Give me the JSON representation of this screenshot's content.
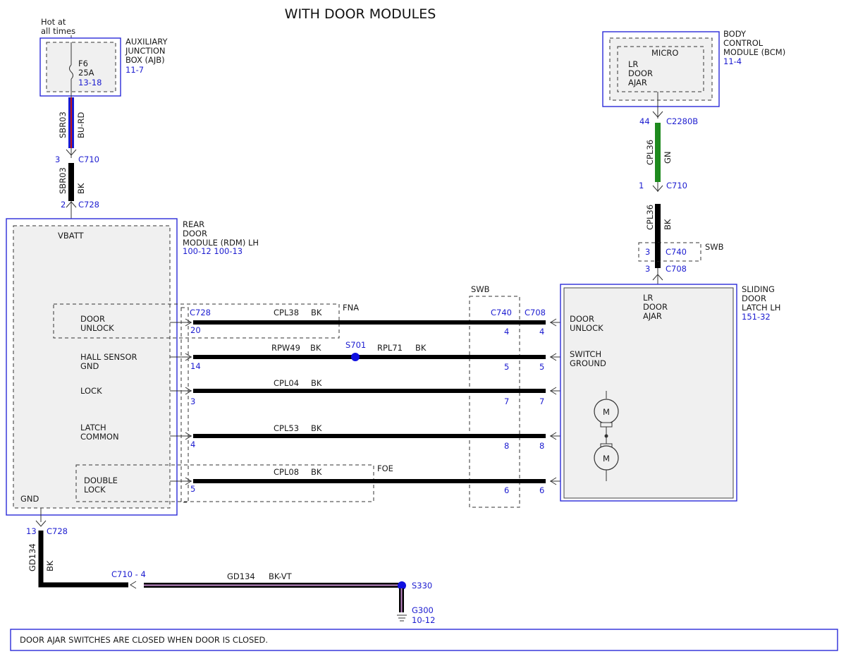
{
  "title": "WITH DOOR MODULES",
  "ajb": {
    "hot_line1": "Hot at",
    "hot_line2": "all times",
    "name_lines": [
      "AUXILIARY",
      "JUNCTION",
      "BOX (AJB)"
    ],
    "page_ref": "11-7",
    "fuse": "F6",
    "fuse_rating": "25A",
    "fuse_ref": "13-18"
  },
  "sbr03_top": {
    "circuit": "SBR03",
    "color": "BU-RD",
    "pin": "3",
    "connector": "C710"
  },
  "sbr03_bottom": {
    "circuit": "SBR03",
    "color": "BK",
    "pin": "2",
    "connector": "C728"
  },
  "rdm": {
    "name_lines": [
      "REAR",
      "DOOR",
      "MODULE (RDM) LH"
    ],
    "page_refs": "100-12  100-13",
    "vbatt": "VBATT",
    "gnd": "GND",
    "pins": [
      {
        "lines": [
          "DOOR",
          "UNLOCK"
        ]
      },
      {
        "lines": [
          "HALL SENSOR",
          "GND"
        ]
      },
      {
        "lines": [
          "LOCK"
        ]
      },
      {
        "lines": [
          "LATCH",
          "COMMON"
        ]
      },
      {
        "lines": [
          "DOUBLE",
          "LOCK"
        ]
      }
    ]
  },
  "bcm": {
    "micro": "MICRO",
    "input_lines": [
      "LR",
      "DOOR",
      "AJAR"
    ],
    "name_lines": [
      "BODY",
      "CONTROL",
      "MODULE (BCM)"
    ],
    "page_ref": "11-4"
  },
  "cpl36_top": {
    "pin": "44",
    "connector": "C2280B",
    "circuit": "CPL36",
    "color": "GN",
    "pin2": "1",
    "connector2": "C710"
  },
  "cpl36_bottom": {
    "circuit": "CPL36",
    "color": "BK",
    "swb_pin": "3",
    "swb_connector": "C740",
    "swb_label": "SWB",
    "latch_pin": "3",
    "latch_connector": "C708"
  },
  "latch": {
    "input_lines": [
      "LR",
      "DOOR",
      "AJAR"
    ],
    "name_lines": [
      "SLIDING",
      "DOOR",
      "LATCH LH"
    ],
    "page_ref": "151-32",
    "pins": [
      {
        "lines": [
          "DOOR",
          "UNLOCK"
        ]
      },
      {
        "lines": [
          "SWITCH",
          "GROUND"
        ]
      }
    ],
    "motor": "M"
  },
  "connectors": {
    "rdm": "C728",
    "swb_mid": "C740",
    "latch": "C708",
    "swb_label": "SWB",
    "fna": "FNA",
    "foe": "FOE"
  },
  "wires": [
    {
      "rdm_pin": "20",
      "circuit": "CPL38",
      "color": "BK",
      "swb_pin": "4",
      "latch_pin": "4"
    },
    {
      "rdm_pin": "14",
      "circuit": "RPW49",
      "color": "BK",
      "splice": "S701",
      "circuit2": "RPL71",
      "color2": "BK",
      "swb_pin": "5",
      "latch_pin": "5"
    },
    {
      "rdm_pin": "3",
      "circuit": "CPL04",
      "color": "BK",
      "swb_pin": "7",
      "latch_pin": "7"
    },
    {
      "rdm_pin": "4",
      "circuit": "CPL53",
      "color": "BK",
      "swb_pin": "8",
      "latch_pin": "8"
    },
    {
      "rdm_pin": "5",
      "circuit": "CPL08",
      "color": "BK",
      "swb_pin": "6",
      "latch_pin": "6"
    }
  ],
  "ground": {
    "pin": "13",
    "connector": "C728",
    "circuit": "GD134",
    "color": "BK",
    "inline": "C710  -  4",
    "circuit2": "GD134",
    "color2": "BK-VT",
    "splice": "S330",
    "ground": "G300",
    "ground_ref": "10-12"
  },
  "note": "DOOR AJAR SWITCHES ARE CLOSED WHEN DOOR IS CLOSED.",
  "colors": {
    "blue_label": "#1c1cd0",
    "box_border": "#2a2ad8",
    "wire_bk": "#000000",
    "wire_bu": "#1a1ad0",
    "wire_rd": "#c01818",
    "wire_gn": "#1e8a1e",
    "wire_vt": "#c08ac8",
    "splice": "#1010e0"
  }
}
